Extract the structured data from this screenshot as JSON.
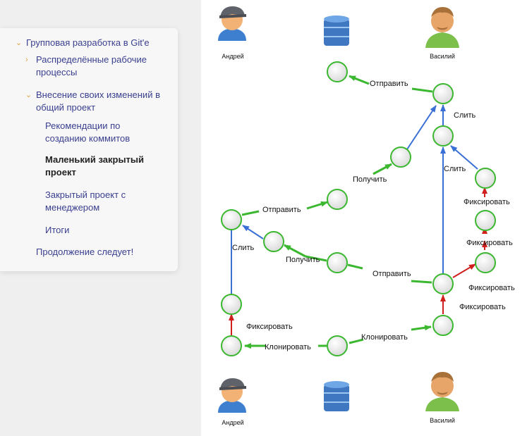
{
  "toc": {
    "items": [
      {
        "label": "Групповая разработка в Git'е",
        "level": 0,
        "chevron": "expanded"
      },
      {
        "label": "Распределённые рабочие процессы",
        "level": 1,
        "chevron": "collapsed"
      },
      {
        "label": "Внесение своих изменений в общий проект",
        "level": 1,
        "chevron": "expanded"
      },
      {
        "label": "Рекомендации по созданию коммитов",
        "level": 2
      },
      {
        "label": "Маленький закрытый проект",
        "level": 2,
        "active": true
      },
      {
        "label": "Закрытый проект с менеджером",
        "level": 2
      },
      {
        "label": "Итоги",
        "level": 2
      },
      {
        "label": "Продолжение следует!",
        "level": 1
      }
    ]
  },
  "diagram": {
    "people": {
      "andrey": "Андрей",
      "vasily": "Василий"
    },
    "labels": {
      "otpravit": "Отправить",
      "slit": "Слить",
      "poluchit": "Получить",
      "fiksirovat": "Фиксировать",
      "klonirovat": "Клонировать"
    },
    "colors": {
      "push_pull": "#3bb830",
      "merge": "#3a6fd6",
      "commit": "#d0201e",
      "node_stroke": "#3bb830",
      "node_fill": "#e8e8e8",
      "server": "#3f78c0"
    }
  }
}
